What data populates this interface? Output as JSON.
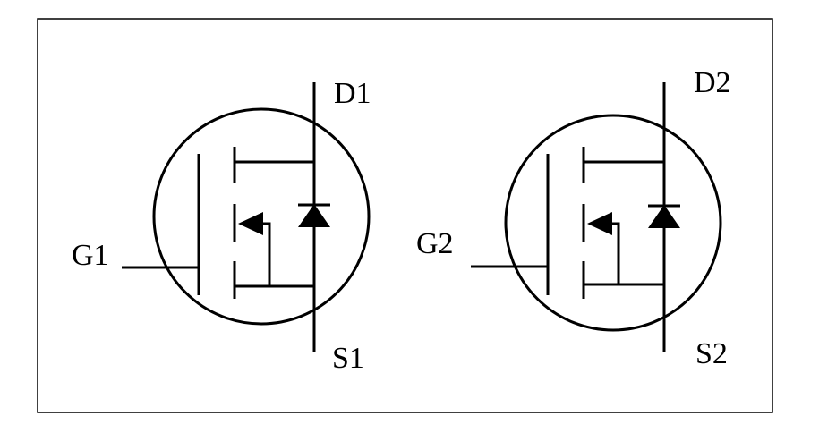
{
  "colors": {
    "stroke": "#000000",
    "background": "#ffffff"
  },
  "mosfets": [
    {
      "drain_label": "D1",
      "gate_label": "G1",
      "source_label": "S1"
    },
    {
      "drain_label": "D2",
      "gate_label": "G2",
      "source_label": "S2"
    }
  ]
}
